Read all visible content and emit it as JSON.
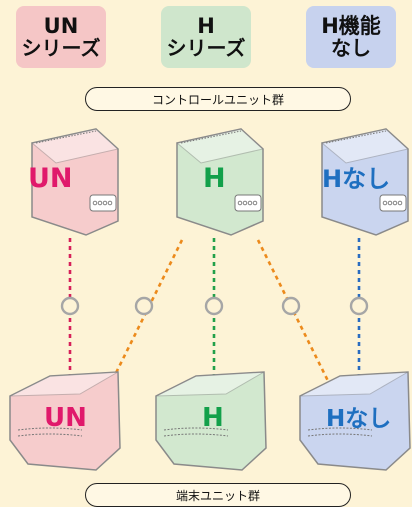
{
  "headers": [
    {
      "line1": "UN",
      "line2": "シリーズ"
    },
    {
      "line1": "H",
      "line2": "シリーズ"
    },
    {
      "line1": "H機能",
      "line2": "なし"
    }
  ],
  "control_group_label": "コントロールユニット群",
  "terminal_group_label": "端末ユニット群",
  "control_units": [
    {
      "label": "UN",
      "color": "#e0196b",
      "fill": "#f6cccc"
    },
    {
      "label": "H",
      "color": "#12a04a",
      "fill": "#d2e8cf"
    },
    {
      "label": "Hなし",
      "color": "#1e6fc0",
      "fill": "#cad5ef"
    }
  ],
  "terminal_units": [
    {
      "label": "UN",
      "color": "#e0196b",
      "fill": "#f6cccc"
    },
    {
      "label": "H",
      "color": "#12a04a",
      "fill": "#d2e8cf"
    },
    {
      "label": "Hなし",
      "color": "#1e6fc0",
      "fill": "#cad5ef"
    }
  ],
  "link_colors": {
    "un": "#d6205a",
    "h": "#22a04a",
    "hn": "#2a6cc0",
    "cross": "#ec8a1c"
  }
}
